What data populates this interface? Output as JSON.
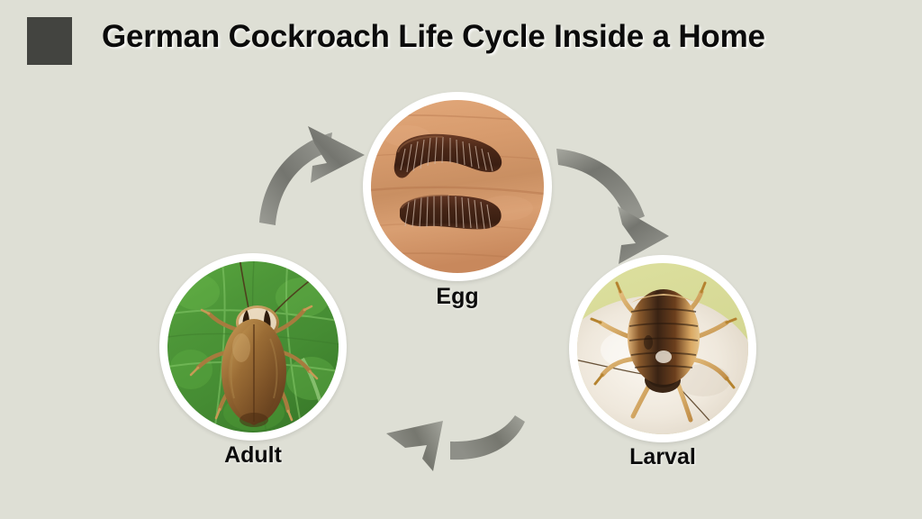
{
  "page": {
    "background_color": "#dedfd5",
    "title": "German Cockroach Life Cycle Inside a Home",
    "title_color": "#0b0b0b",
    "accent_square_color": "#434440"
  },
  "diagram": {
    "type": "cycle",
    "direction": "clockwise",
    "stages": [
      {
        "id": "egg",
        "label": "Egg",
        "position": "top",
        "image": "cockroach-ootheca-egg-cases-on-wood",
        "image_colors": {
          "background": "#d79b6d",
          "subject": "#4a2b1c"
        }
      },
      {
        "id": "larval",
        "label": "Larval",
        "position": "bottom-right",
        "image": "cockroach-nymph-on-white-stone",
        "image_colors": {
          "background": "#d9dc9e",
          "surface": "#f2ece2",
          "subject": "#54331c"
        }
      },
      {
        "id": "adult",
        "label": "Adult",
        "position": "bottom-left",
        "image": "adult-german-cockroach-on-green-leaf",
        "image_colors": {
          "background": "#4d9638",
          "subject": "#9a6c35"
        }
      }
    ],
    "arrows": [
      {
        "id": "adult-to-egg",
        "from": "adult",
        "to": "egg",
        "color": "#7b7c76",
        "direction": "up-right"
      },
      {
        "id": "egg-to-larval",
        "from": "egg",
        "to": "larval",
        "color": "#7b7c76",
        "direction": "down-right"
      },
      {
        "id": "larval-to-adult",
        "from": "larval",
        "to": "adult",
        "color": "#7b7c76",
        "direction": "left"
      }
    ]
  }
}
